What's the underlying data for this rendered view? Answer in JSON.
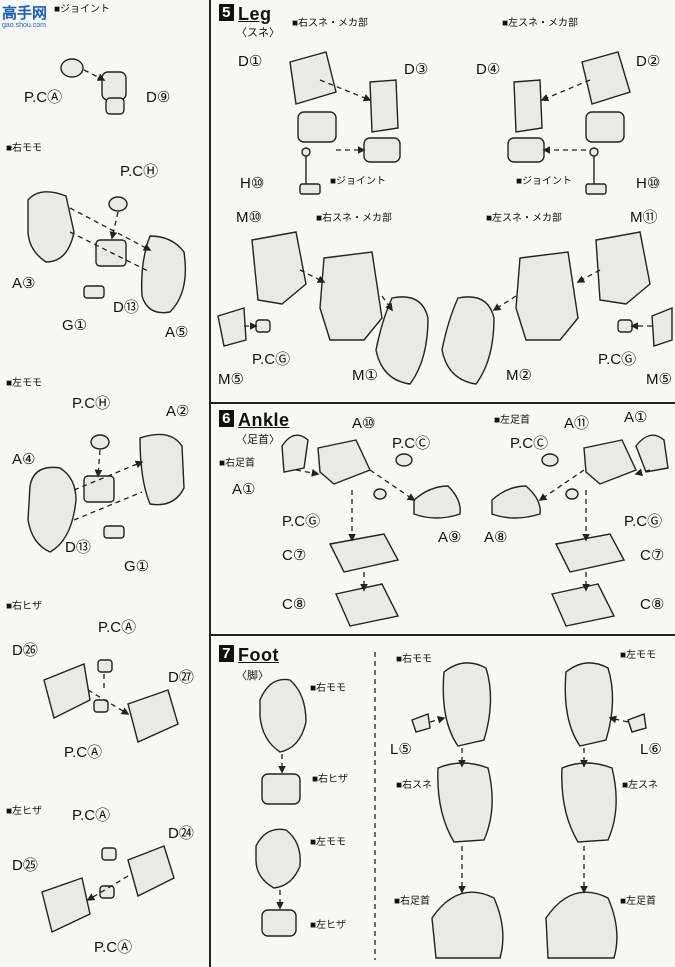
{
  "watermark": {
    "title": "高手网",
    "url": "gao.shou.com"
  },
  "left": {
    "top_heading": "■ジョイント",
    "top": {
      "pc": "P.CⒶ",
      "d": "D⑨"
    },
    "right_thigh": {
      "heading": "■右モモ",
      "pc": "P.CⒽ",
      "a3": "A③",
      "d13": "D⑬",
      "g1": "G①",
      "a5": "A⑤"
    },
    "left_thigh": {
      "heading": "■左モモ",
      "pc": "P.CⒽ",
      "a2": "A②",
      "a4": "A④",
      "d13": "D⑬",
      "g1": "G①"
    },
    "right_knee": {
      "heading": "■右ヒザ",
      "pc_top": "P.CⒶ",
      "d26": "D㉖",
      "d27": "D㉗",
      "pc_bottom": "P.CⒶ"
    },
    "left_knee": {
      "heading": "■左ヒザ",
      "pc_top": "P.CⒶ",
      "d24": "D㉔",
      "d25": "D㉕",
      "pc_bottom": "P.CⒶ"
    }
  },
  "leg": {
    "number": "5",
    "title": "Leg",
    "subtitle": "〈スネ〉",
    "upper_right": "■右スネ・メカ部",
    "upper_left": "■左スネ・メカ部",
    "d1": "D①",
    "d3": "D③",
    "d4": "D④",
    "d2": "D②",
    "joint_right": "■ジョイント",
    "joint_left": "■ジョイント",
    "h10_left": "H⑩",
    "h10_right": "H⑩",
    "lower_right": "■右スネ・メカ部",
    "lower_left": "■左スネ・メカ部",
    "m10": "M⑩",
    "m11": "M⑪",
    "pcg_left": "P.CⒼ",
    "pcg_right": "P.CⒼ",
    "m5_left": "M⑤",
    "m1": "M①",
    "m2": "M②",
    "m5_right": "M⑤"
  },
  "ankle": {
    "number": "6",
    "title": "Ankle",
    "subtitle": "〈足首〉",
    "right_label": "■右足首",
    "left_label": "■左足首",
    "a10": "A⑩",
    "pcc_left": "P.CⒸ",
    "a1_left": "A①",
    "pcg_left": "P.CⒼ",
    "a9": "A⑨",
    "c7_left": "C⑦",
    "c8_left": "C⑧",
    "a11": "A⑪",
    "pcc_right": "P.CⒸ",
    "a1_right": "A①",
    "pcg_right": "P.CⒼ",
    "a8": "A⑧",
    "c7_right": "C⑦",
    "c8_right": "C⑧"
  },
  "foot": {
    "number": "7",
    "title": "Foot",
    "subtitle": "〈脚〉",
    "col_right_thigh": "■右モモ",
    "col_right_knee": "■右ヒザ",
    "col_left_thigh": "■左モモ",
    "col_left_knee": "■左ヒザ",
    "right_thigh": "■右モモ",
    "left_thigh": "■左モモ",
    "l5": "L⑤",
    "l6": "L⑥",
    "right_shin": "■右スネ",
    "left_shin": "■左スネ",
    "right_ankle": "■右足首",
    "left_ankle": "■左足首"
  }
}
